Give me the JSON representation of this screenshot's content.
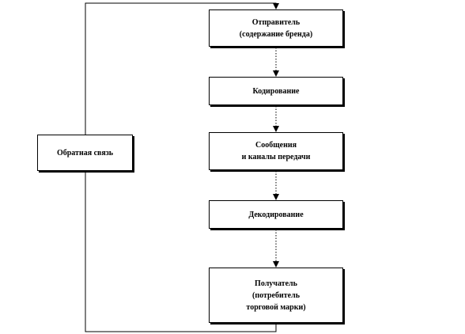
{
  "diagram": {
    "nodes": {
      "sender": {
        "label": "Отправитель\n(содержание бренда)"
      },
      "coding": {
        "label": "Кодирование"
      },
      "messages": {
        "label": "Сообщения\nи каналы передачи"
      },
      "decoding": {
        "label": "Декодирование"
      },
      "receiver": {
        "label": "Получатель\n(потребитель\nторговой марки)"
      },
      "feedback": {
        "label": "Обратная связь"
      }
    },
    "edges": [
      {
        "from": "sender",
        "to": "coding",
        "style": "dotted-arrow"
      },
      {
        "from": "coding",
        "to": "messages",
        "style": "dotted-arrow"
      },
      {
        "from": "messages",
        "to": "decoding",
        "style": "dotted-arrow"
      },
      {
        "from": "decoding",
        "to": "receiver",
        "style": "dotted-arrow"
      },
      {
        "from": "receiver",
        "to": "feedback",
        "style": "solid-line"
      },
      {
        "from": "feedback",
        "to": "sender",
        "style": "solid-arrow"
      }
    ],
    "colors": {
      "line": "#000000",
      "box_border": "#000000",
      "background": "#ffffff"
    }
  }
}
